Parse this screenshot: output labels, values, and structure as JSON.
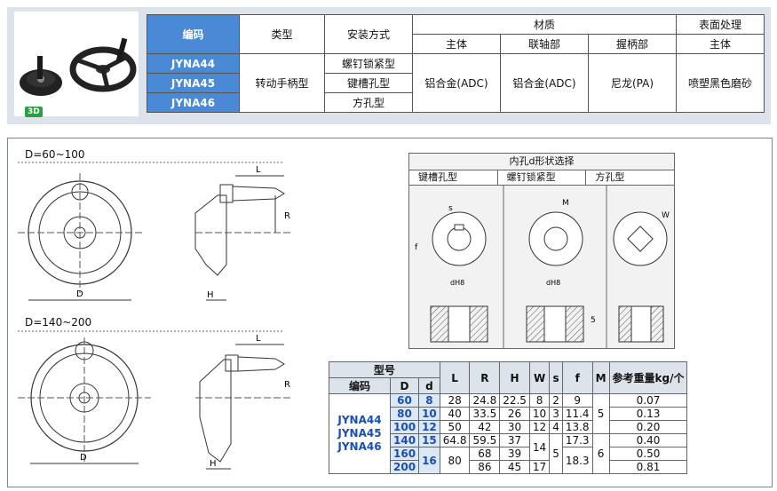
{
  "spec_table": {
    "headers": {
      "code": "编码",
      "type": "类型",
      "mount": "安装方式",
      "material": "材质",
      "finish": "表面处理"
    },
    "subheaders": {
      "body": "主体",
      "shaft": "联轴部",
      "handle": "握柄部",
      "finish_body": "主体"
    },
    "codes": [
      "JYNA44",
      "JYNA45",
      "JYNA46"
    ],
    "type_value": "转动手柄型",
    "mounts": [
      "螺钉锁紧型",
      "键槽孔型",
      "方孔型"
    ],
    "body_material": "铝合金(ADC)",
    "shaft_material": "铝合金(ADC)",
    "handle_material": "尼龙(PA)",
    "finish_value": "喷塑黑色磨砂"
  },
  "badge": "3D",
  "drawing": {
    "label_small": "D=60~100",
    "label_large": "D=140~200",
    "hole_title": "内孔d形状选择",
    "hole_types": [
      "键槽孔型",
      "螺钉锁紧型",
      "方孔型"
    ],
    "dims": {
      "L": "L",
      "R": "R",
      "H": "H",
      "D": "D",
      "s": "s",
      "f": "f",
      "M": "M",
      "W": "W",
      "dh8": "dH8",
      "five": "5"
    }
  },
  "dim_table": {
    "h_model": "型号",
    "h_code": "编码",
    "h_D": "D",
    "h_d": "d",
    "cols": [
      "L",
      "R",
      "H",
      "W",
      "s",
      "f",
      "M",
      "参考重量kg/个"
    ],
    "codes": [
      "JYNA44",
      "JYNA45",
      "JYNA46"
    ],
    "rows": [
      {
        "D": "60",
        "d": "8",
        "L": "28",
        "R": "24.8",
        "H": "22.5",
        "W": "8",
        "s": "2",
        "f": "9",
        "wt": "0.07"
      },
      {
        "D": "80",
        "d": "10",
        "L": "40",
        "R": "33.5",
        "H": "26",
        "W": "10",
        "s": "3",
        "f": "11.4",
        "wt": "0.13"
      },
      {
        "D": "100",
        "d": "12",
        "L": "50",
        "R": "42",
        "H": "30",
        "W": "12",
        "s": "4",
        "f": "13.8",
        "wt": "0.20"
      },
      {
        "D": "140",
        "d": "15",
        "L": "64.8",
        "R": "59.5",
        "H": "37",
        "W": "14",
        "s": "5",
        "f": "17.3",
        "wt": "0.40"
      },
      {
        "D": "160",
        "d": "16",
        "L": "80",
        "R": "68",
        "H": "39",
        "W": "14",
        "s": "5",
        "f": "18.3",
        "wt": "0.50"
      },
      {
        "D": "200",
        "d": "16",
        "L": "80",
        "R": "86",
        "H": "45",
        "W": "17",
        "s": "5",
        "f": "18.3",
        "wt": "0.81"
      }
    ],
    "M_small": "5",
    "M_large": "6"
  }
}
